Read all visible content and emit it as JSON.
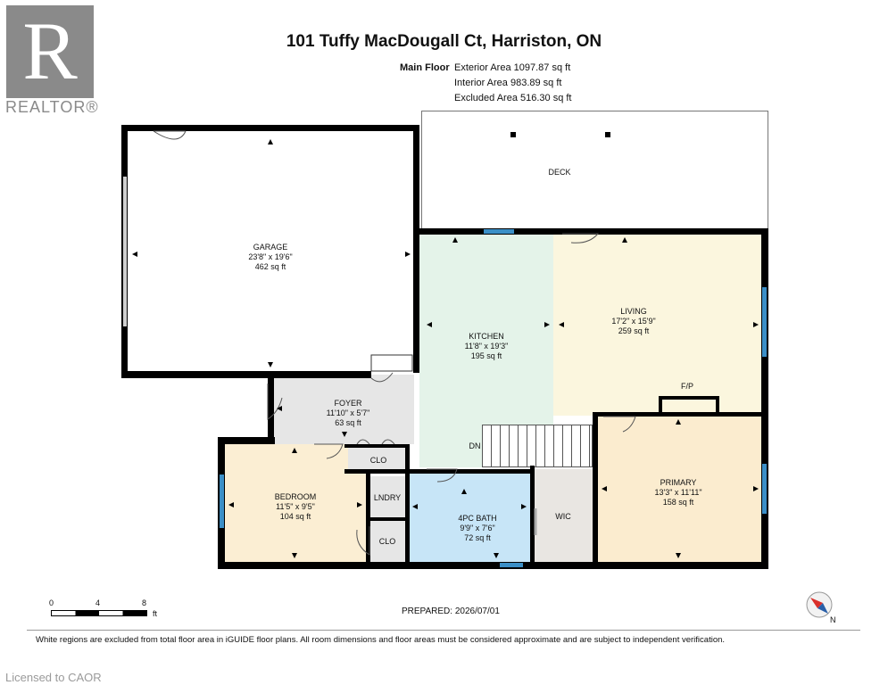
{
  "header": {
    "title": "101 Tuffy MacDougall Ct, Harriston, ON",
    "floor_label": "Main Floor",
    "exterior_area": "Exterior Area 1097.87 sq ft",
    "interior_area": "Interior Area 983.89 sq ft",
    "excluded_area": "Excluded Area 516.30 sq ft"
  },
  "brand": {
    "logo_text": "REALTOR®",
    "licensed": "Licensed to CAOR"
  },
  "rooms": {
    "deck": {
      "name": "DECK"
    },
    "garage": {
      "name": "GARAGE",
      "dims": "23'8\" x 19'6\"",
      "area": "462 sq ft"
    },
    "kitchen": {
      "name": "KITCHEN",
      "dims": "11'8\" x 19'3\"",
      "area": "195 sq ft"
    },
    "living": {
      "name": "LIVING",
      "dims": "17'2\" x 15'9\"",
      "area": "259 sq ft"
    },
    "foyer": {
      "name": "FOYER",
      "dims": "11'10\" x 5'7\"",
      "area": "63 sq ft"
    },
    "bedroom": {
      "name": "BEDROOM",
      "dims": "11'5\" x 9'5\"",
      "area": "104 sq ft"
    },
    "bath": {
      "name": "4PC BATH",
      "dims": "9'9\" x 7'6\"",
      "area": "72 sq ft"
    },
    "primary": {
      "name": "PRIMARY",
      "dims": "13'3\" x 11'11\"",
      "area": "158 sq ft"
    },
    "wic": {
      "name": "WIC"
    },
    "clo1": {
      "name": "CLO"
    },
    "clo2": {
      "name": "CLO"
    },
    "lndry": {
      "name": "LNDRY"
    },
    "fp": {
      "name": "F/P"
    },
    "dn": {
      "name": "DN"
    }
  },
  "scale": {
    "t0": "0",
    "t4": "4",
    "t8": "8",
    "unit": "ft"
  },
  "prepared": "PREPARED: 2026/07/01",
  "compass": {
    "n": "N"
  },
  "footer_note": "White regions are excluded from total floor area in iGUIDE floor plans. All room dimensions and floor areas must be considered approximate and are subject to independent verification.",
  "colors": {
    "kitchen": "#e4f3e9",
    "living": "#fbf6de",
    "foyer": "#e6e6e6",
    "bedroom": "#fbeed3",
    "bath": "#c7e5f7",
    "primary": "#fbeccf",
    "wic": "#e9e6e2",
    "window": "#3b8fc7"
  }
}
